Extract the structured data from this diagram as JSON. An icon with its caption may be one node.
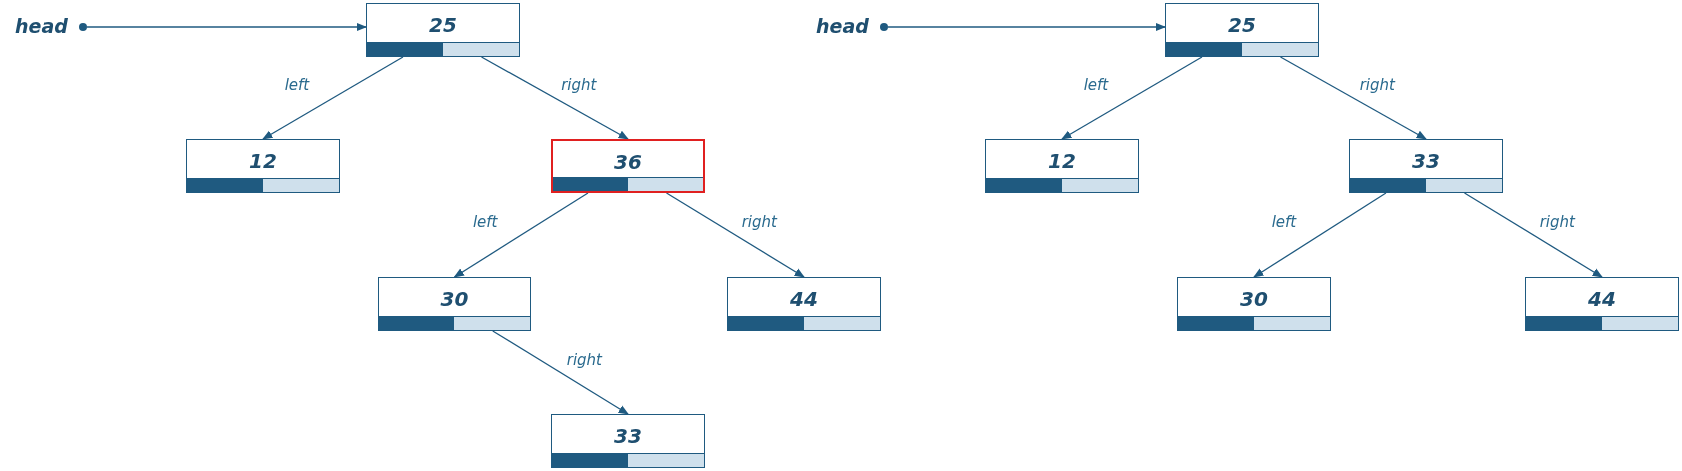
{
  "diagram": {
    "nodes": [
      {
        "text": [
          "head"
        ]
      },
      {
        "text": [
          "25"
        ]
      },
      {
        "text": [
          "12"
        ]
      },
      {
        "text": [
          "36"
        ]
      },
      {
        "text": [
          "30"
        ]
      },
      {
        "text": [
          "44"
        ]
      },
      {
        "text": [
          "33"
        ]
      },
      {
        "text": [
          "head"
        ]
      },
      {
        "text": [
          "25"
        ]
      },
      {
        "text": [
          "12"
        ]
      },
      {
        "text": [
          "33"
        ]
      },
      {
        "text": [
          "30"
        ]
      },
      {
        "text": [
          "44"
        ]
      }
    ],
    "edges": [
      {
        "from": 0,
        "to": 1,
        "arrow": "to"
      },
      {
        "from": 1,
        "to": 2,
        "arrow": "to",
        "label": "left"
      },
      {
        "from": 1,
        "to": 3,
        "arrow": "to",
        "label": "right"
      },
      {
        "from": 3,
        "to": 4,
        "arrow": "to",
        "label": "left"
      },
      {
        "from": 3,
        "to": 5,
        "arrow": "to",
        "label": "right"
      },
      {
        "from": 4,
        "to": 6,
        "arrow": "to",
        "label": "right"
      },
      {
        "from": 7,
        "to": 8,
        "arrow": "to"
      },
      {
        "from": 8,
        "to": 9,
        "arrow": "to",
        "label": "left"
      },
      {
        "from": 8,
        "to": 10,
        "arrow": "to",
        "label": "right"
      },
      {
        "from": 10,
        "to": 11,
        "arrow": "to",
        "label": "left"
      },
      {
        "from": 10,
        "to": 12,
        "arrow": "to",
        "label": "right"
      }
    ]
  }
}
